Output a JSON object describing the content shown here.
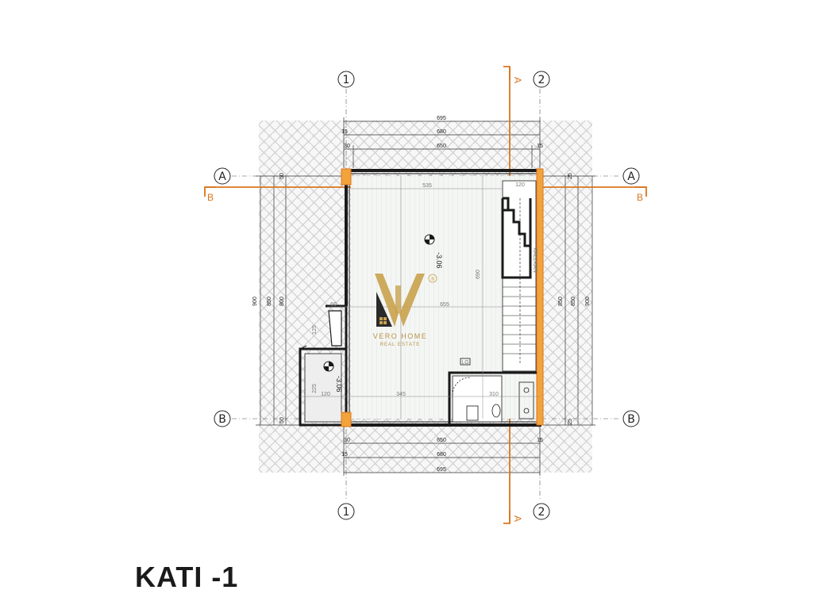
{
  "title": "KATI -1",
  "axes": {
    "col1": "1",
    "col2": "2",
    "rowA": "A",
    "rowB": "B"
  },
  "sections": {
    "a": "A",
    "b": "B"
  },
  "dimensions": {
    "top_outer": "695",
    "top_mid": "680",
    "top_inner": "650",
    "bottom_inner": "650",
    "bottom_mid": "680",
    "bottom_outer": "695",
    "left_outer": "900",
    "left_mid": "850",
    "left_inner": "800",
    "right_inner": "850",
    "right_outer": "900",
    "small_30": "30",
    "small_15": "15",
    "small_50": "50",
    "small_25": "25",
    "stair_width": "120",
    "room_width": "535",
    "room_mid_width": "655",
    "room_height": "690",
    "bottom_left_width": "120",
    "bottom_span": "345",
    "bottom_right": "310",
    "left_small": "225",
    "left_top": "125",
    "left_60": "60"
  },
  "levels": {
    "main": "-3.06",
    "side": "-3.06"
  },
  "labels": {
    "stair_label": "KALLKAN",
    "meter_label": "LG"
  },
  "brand": {
    "name": "VERO HOME",
    "sub": "REAL ESTATE",
    "reg": "®",
    "color": "#b89146"
  },
  "colors": {
    "accent": "#d9761f",
    "wall": "#1a1a1a",
    "hatch": "#c8c8c8"
  }
}
